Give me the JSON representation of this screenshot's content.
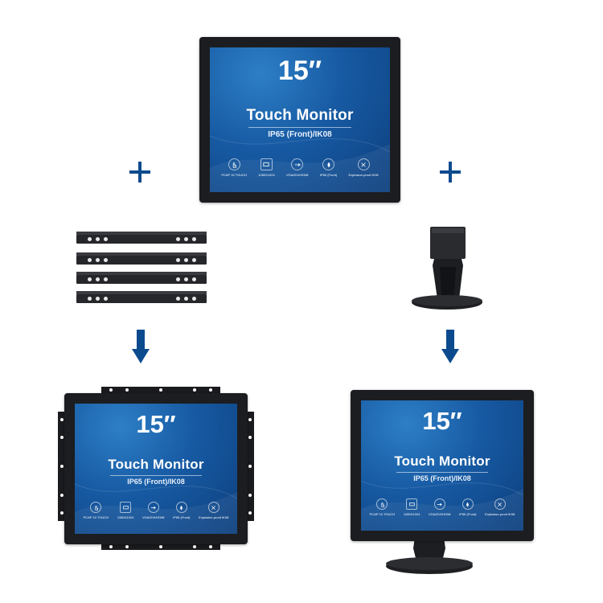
{
  "monitor": {
    "size": "15″",
    "title": "Touch Monitor",
    "subtitle": "IP65 (Front)/IK08",
    "features": [
      {
        "icon": "touch-hand-icon",
        "label": "PCAP 10 TOUCH"
      },
      {
        "icon": "display-icon",
        "label": "1280X1024"
      },
      {
        "icon": "usb-icon",
        "label": "VGA/DVI/HDMI"
      },
      {
        "icon": "water-drops-icon",
        "label": "IP65 (Front)"
      },
      {
        "icon": "explosion-proof-icon",
        "label": "Explosion-proof IK08"
      }
    ]
  },
  "symbols": {
    "plus": "+",
    "arrow": "down"
  },
  "colors": {
    "accent": "#0c4a8e",
    "bezel": "#1c1d20",
    "screen": "#175aa3"
  }
}
